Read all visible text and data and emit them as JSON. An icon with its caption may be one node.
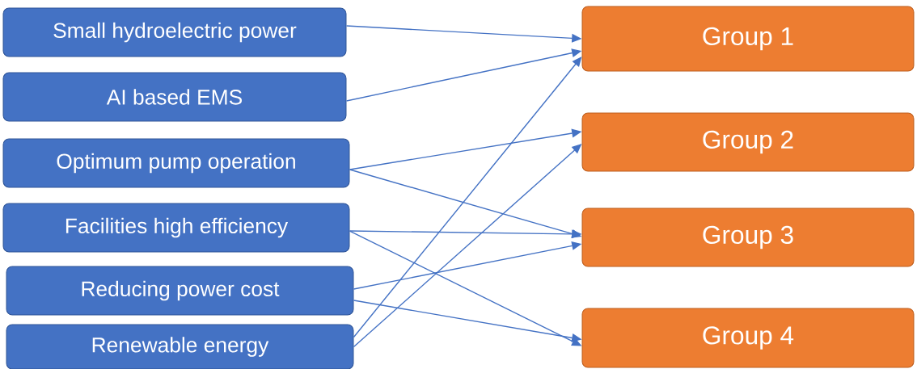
{
  "diagram": {
    "nodes": [
      {
        "text": [
          "Small hydroelectric power"
        ]
      },
      {
        "text": [
          "AI based EMS"
        ]
      },
      {
        "text": [
          "Optimum pump operation"
        ]
      },
      {
        "text": [
          "Facilities high efficiency"
        ]
      },
      {
        "text": [
          "Reducing power cost"
        ]
      },
      {
        "text": [
          "Renewable energy"
        ]
      },
      {
        "text": [
          "Group 1"
        ]
      },
      {
        "text": [
          "Group 2"
        ]
      },
      {
        "text": [
          "Group 3"
        ]
      },
      {
        "text": [
          "Group 4"
        ]
      }
    ],
    "edges": [
      {
        "from": 0,
        "to": 6,
        "arrow": "to"
      },
      {
        "from": 1,
        "to": 6,
        "arrow": "to"
      },
      {
        "from": 2,
        "to": 7,
        "arrow": "to"
      },
      {
        "from": 2,
        "to": 8,
        "arrow": "to"
      },
      {
        "from": 3,
        "to": 8,
        "arrow": "to"
      },
      {
        "from": 3,
        "to": 9,
        "arrow": "to"
      },
      {
        "from": 4,
        "to": 8,
        "arrow": "to"
      },
      {
        "from": 4,
        "to": 9,
        "arrow": "to"
      },
      {
        "from": 5,
        "to": 6,
        "arrow": "to"
      },
      {
        "from": 5,
        "to": 7,
        "arrow": "to"
      }
    ]
  }
}
